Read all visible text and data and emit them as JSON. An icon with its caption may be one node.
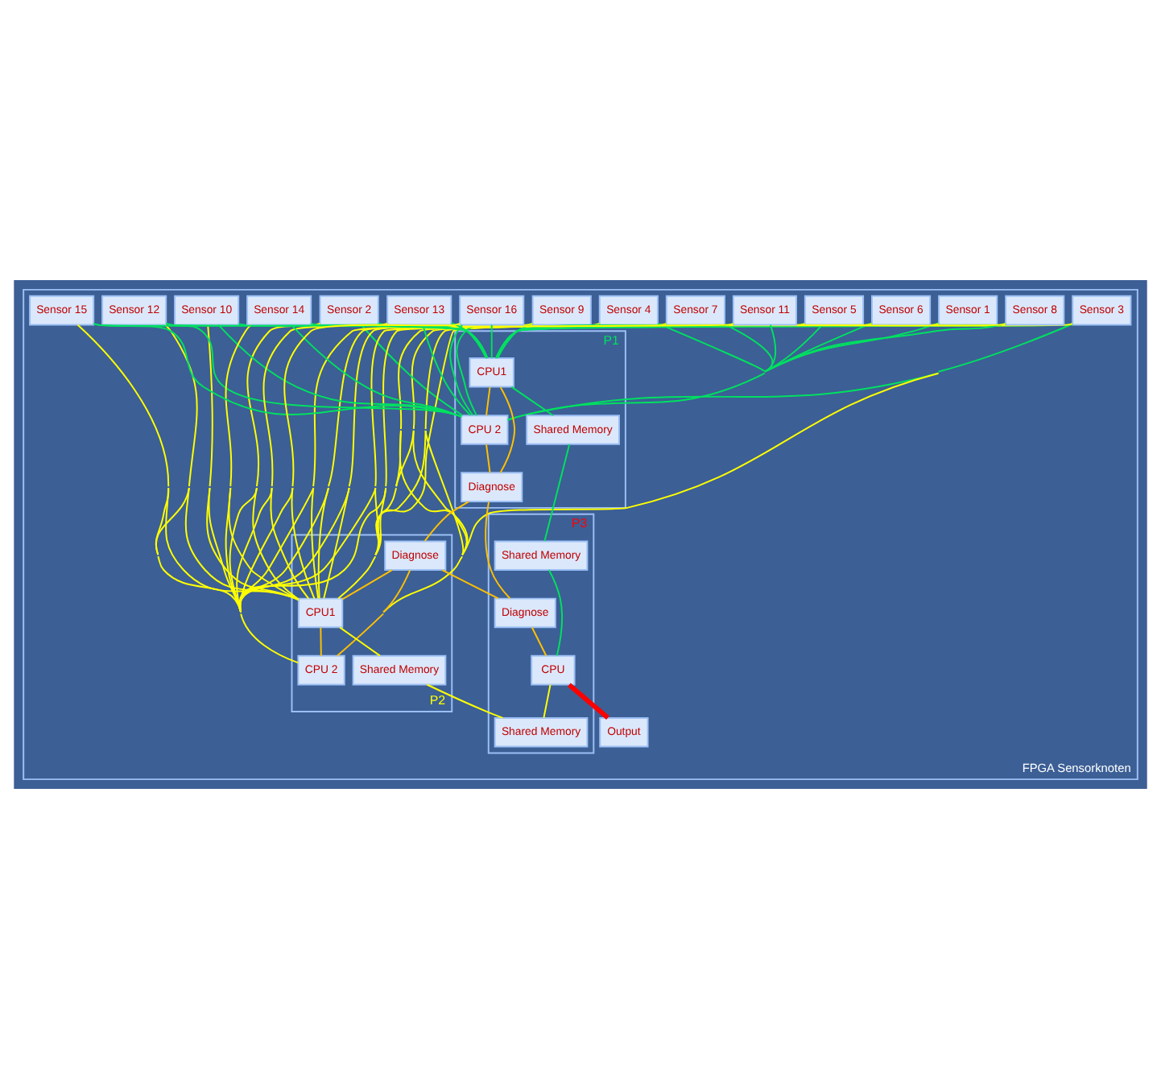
{
  "diagram": {
    "nodes": [
      {
        "text": [
          "FPGA Sensorknoten"
        ]
      },
      {
        "text": [
          "Sensor 1"
        ],
        "in": 0
      },
      {
        "text": [
          "Sensor 2"
        ],
        "in": 0
      },
      {
        "text": [
          "Sensor 3"
        ],
        "in": 0
      },
      {
        "text": [
          "Sensor 4"
        ],
        "in": 0
      },
      {
        "text": [
          "Sensor 5"
        ],
        "in": 0
      },
      {
        "text": [
          "Sensor 6"
        ],
        "in": 0
      },
      {
        "text": [
          "Sensor 7"
        ],
        "in": 0
      },
      {
        "text": [
          "Sensor 8"
        ],
        "in": 0
      },
      {
        "text": [
          "Sensor 9"
        ],
        "in": 0
      },
      {
        "text": [
          "Sensor 10"
        ],
        "in": 0
      },
      {
        "text": [
          "Sensor 11"
        ],
        "in": 0
      },
      {
        "text": [
          "Sensor 12"
        ],
        "in": 0
      },
      {
        "text": [
          "Sensor 13"
        ],
        "in": 0
      },
      {
        "text": [
          "Sensor 14"
        ],
        "in": 0
      },
      {
        "text": [
          "Sensor 15"
        ],
        "in": 0
      },
      {
        "text": [
          "Sensor 16"
        ],
        "in": 0
      },
      {
        "text": [
          "P1"
        ],
        "in": 0
      },
      {
        "text": [
          "CPU1"
        ],
        "in": 17
      },
      {
        "text": [
          "CPU 2"
        ],
        "in": 17
      },
      {
        "text": [
          "Diagnose"
        ],
        "in": 17
      },
      {
        "text": [
          "Shared Memory"
        ],
        "in": 17
      },
      {
        "text": [
          "P2"
        ],
        "in": 0
      },
      {
        "text": [
          "Diagnose"
        ],
        "in": 22
      },
      {
        "text": [
          "CPU1"
        ],
        "in": 22
      },
      {
        "text": [
          "CPU 2"
        ],
        "in": 22
      },
      {
        "text": [
          "Shared Memory"
        ],
        "in": 22
      },
      {
        "text": [
          "P3"
        ],
        "in": 0
      },
      {
        "text": [
          "Diagnose"
        ],
        "in": 27
      },
      {
        "text": [
          "Shared Memory"
        ],
        "in": 27
      },
      {
        "text": [
          "CPU"
        ],
        "in": 27
      },
      {
        "text": [
          "Shared Memory"
        ],
        "in": 27
      },
      {
        "text": [
          "Output"
        ],
        "in": 0
      }
    ],
    "edges": [
      {
        "from": 1,
        "to": 18,
        "arrow": "none",
        "color": "#00e060"
      },
      {
        "from": 1,
        "to": 19,
        "arrow": "none",
        "color": "#00e060"
      },
      {
        "from": 2,
        "to": 18,
        "arrow": "none",
        "color": "#00e060"
      },
      {
        "from": 2,
        "to": 19,
        "arrow": "none",
        "color": "#00e060"
      },
      {
        "from": 3,
        "to": 18,
        "arrow": "none",
        "color": "#00e060"
      },
      {
        "from": 3,
        "to": 19,
        "arrow": "none",
        "color": "#00e060"
      },
      {
        "from": 4,
        "to": 18,
        "arrow": "none",
        "color": "#00e060"
      },
      {
        "from": 4,
        "to": 19,
        "arrow": "none",
        "color": "#00e060"
      },
      {
        "from": 5,
        "to": 18,
        "arrow": "none",
        "color": "#00e060"
      },
      {
        "from": 5,
        "to": 19,
        "arrow": "none",
        "color": "#00e060"
      },
      {
        "from": 6,
        "to": 18,
        "arrow": "none",
        "color": "#00e060"
      },
      {
        "from": 6,
        "to": 19,
        "arrow": "none",
        "color": "#00e060"
      },
      {
        "from": 7,
        "to": 18,
        "arrow": "none",
        "color": "#00e060"
      },
      {
        "from": 7,
        "to": 19,
        "arrow": "none",
        "color": "#00e060"
      },
      {
        "from": 8,
        "to": 18,
        "arrow": "none",
        "color": "#00e060"
      },
      {
        "from": 8,
        "to": 19,
        "arrow": "none",
        "color": "#00e060"
      },
      {
        "from": 9,
        "to": 18,
        "arrow": "none",
        "color": "#00e060"
      },
      {
        "from": 9,
        "to": 19,
        "arrow": "none",
        "color": "#00e060"
      },
      {
        "from": 10,
        "to": 18,
        "arrow": "none",
        "color": "#00e060"
      },
      {
        "from": 10,
        "to": 19,
        "arrow": "none",
        "color": "#00e060"
      },
      {
        "from": 11,
        "to": 18,
        "arrow": "none",
        "color": "#00e060"
      },
      {
        "from": 11,
        "to": 19,
        "arrow": "none",
        "color": "#00e060"
      },
      {
        "from": 12,
        "to": 18,
        "arrow": "none",
        "color": "#00e060"
      },
      {
        "from": 12,
        "to": 19,
        "arrow": "none",
        "color": "#00e060"
      },
      {
        "from": 13,
        "to": 18,
        "arrow": "none",
        "color": "#00e060"
      },
      {
        "from": 13,
        "to": 19,
        "arrow": "none",
        "color": "#00e060"
      },
      {
        "from": 14,
        "to": 18,
        "arrow": "none",
        "color": "#00e060"
      },
      {
        "from": 14,
        "to": 19,
        "arrow": "none",
        "color": "#00e060"
      },
      {
        "from": 15,
        "to": 18,
        "arrow": "none",
        "color": "#00e060"
      },
      {
        "from": 15,
        "to": 19,
        "arrow": "none",
        "color": "#00e060"
      },
      {
        "from": 16,
        "to": 18,
        "arrow": "none",
        "color": "#00e060"
      },
      {
        "from": 16,
        "to": 19,
        "arrow": "none",
        "color": "#00e060"
      },
      {
        "from": 1,
        "to": 24,
        "arrow": "none",
        "color": "#ffff00"
      },
      {
        "from": 1,
        "to": 25,
        "arrow": "none",
        "color": "#ffff00"
      },
      {
        "from": 2,
        "to": 24,
        "arrow": "none",
        "color": "#ffff00"
      },
      {
        "from": 2,
        "to": 25,
        "arrow": "none",
        "color": "#ffff00"
      },
      {
        "from": 3,
        "to": 24,
        "arrow": "none",
        "color": "#ffff00"
      },
      {
        "from": 3,
        "to": 25,
        "arrow": "none",
        "color": "#ffff00"
      },
      {
        "from": 4,
        "to": 24,
        "arrow": "none",
        "color": "#ffff00"
      },
      {
        "from": 4,
        "to": 25,
        "arrow": "none",
        "color": "#ffff00"
      },
      {
        "from": 5,
        "to": 24,
        "arrow": "none",
        "color": "#ffff00"
      },
      {
        "from": 5,
        "to": 25,
        "arrow": "none",
        "color": "#ffff00"
      },
      {
        "from": 6,
        "to": 24,
        "arrow": "none",
        "color": "#ffff00"
      },
      {
        "from": 6,
        "to": 25,
        "arrow": "none",
        "color": "#ffff00"
      },
      {
        "from": 7,
        "to": 24,
        "arrow": "none",
        "color": "#ffff00"
      },
      {
        "from": 7,
        "to": 25,
        "arrow": "none",
        "color": "#ffff00"
      },
      {
        "from": 8,
        "to": 24,
        "arrow": "none",
        "color": "#ffff00"
      },
      {
        "from": 8,
        "to": 25,
        "arrow": "none",
        "color": "#ffff00"
      },
      {
        "from": 9,
        "to": 24,
        "arrow": "none",
        "color": "#ffff00"
      },
      {
        "from": 9,
        "to": 25,
        "arrow": "none",
        "color": "#ffff00"
      },
      {
        "from": 10,
        "to": 24,
        "arrow": "none",
        "color": "#ffff00"
      },
      {
        "from": 10,
        "to": 25,
        "arrow": "none",
        "color": "#ffff00"
      },
      {
        "from": 11,
        "to": 24,
        "arrow": "none",
        "color": "#ffff00"
      },
      {
        "from": 11,
        "to": 25,
        "arrow": "none",
        "color": "#ffff00"
      },
      {
        "from": 12,
        "to": 24,
        "arrow": "none",
        "color": "#ffff00"
      },
      {
        "from": 12,
        "to": 25,
        "arrow": "none",
        "color": "#ffff00"
      },
      {
        "from": 13,
        "to": 24,
        "arrow": "none",
        "color": "#ffff00"
      },
      {
        "from": 13,
        "to": 25,
        "arrow": "none",
        "color": "#ffff00"
      },
      {
        "from": 14,
        "to": 24,
        "arrow": "none",
        "color": "#ffff00"
      },
      {
        "from": 14,
        "to": 25,
        "arrow": "none",
        "color": "#ffff00"
      },
      {
        "from": 15,
        "to": 24,
        "arrow": "none",
        "color": "#ffff00"
      },
      {
        "from": 15,
        "to": 25,
        "arrow": "none",
        "color": "#ffff00"
      },
      {
        "from": 16,
        "to": 24,
        "arrow": "none",
        "color": "#ffff00"
      },
      {
        "from": 16,
        "to": 25,
        "arrow": "none",
        "color": "#ffff00"
      },
      {
        "from": 18,
        "to": 19,
        "arrow": "none",
        "color": "#ffc000"
      },
      {
        "from": 18,
        "to": 20,
        "arrow": "none",
        "color": "#ffc000"
      },
      {
        "from": 19,
        "to": 20,
        "arrow": "none",
        "color": "#ffc000"
      },
      {
        "from": 18,
        "to": 21,
        "arrow": "none",
        "color": "#00e060"
      },
      {
        "from": 20,
        "to": 23,
        "arrow": "none",
        "color": "#ffc000"
      },
      {
        "from": 23,
        "to": 24,
        "arrow": "none",
        "color": "#ffc000"
      },
      {
        "from": 23,
        "to": 25,
        "arrow": "none",
        "color": "#ffc000"
      },
      {
        "from": 24,
        "to": 25,
        "arrow": "none",
        "color": "#ffc000"
      },
      {
        "from": 24,
        "to": 26,
        "arrow": "none",
        "color": "#ffff00"
      },
      {
        "from": 20,
        "to": 28,
        "arrow": "none",
        "color": "#ffc000"
      },
      {
        "from": 23,
        "to": 28,
        "arrow": "none",
        "color": "#ffc000"
      },
      {
        "from": 21,
        "to": 29,
        "arrow": "none",
        "color": "#00e060"
      },
      {
        "from": 26,
        "to": 31,
        "arrow": "none",
        "color": "#ffff00"
      },
      {
        "from": 28,
        "to": 30,
        "arrow": "none",
        "color": "#ffc000"
      },
      {
        "from": 29,
        "to": 30,
        "arrow": "none",
        "color": "#00e060"
      },
      {
        "from": 30,
        "to": 31,
        "arrow": "none",
        "color": "#ffff00"
      },
      {
        "from": 30,
        "to": 32,
        "arrow": "none",
        "style": "thick",
        "color": "#ff0000"
      }
    ]
  }
}
